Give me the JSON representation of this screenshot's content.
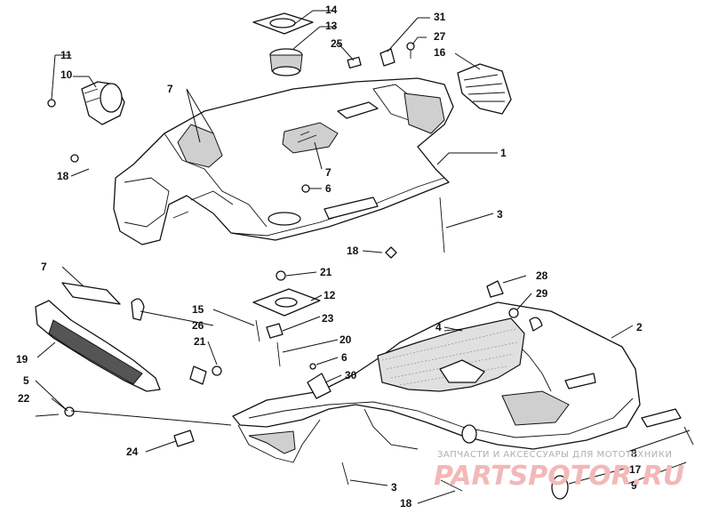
{
  "callouts": [
    {
      "id": "c14",
      "label": "14"
    },
    {
      "id": "c13",
      "label": "13"
    },
    {
      "id": "c25",
      "label": "25"
    },
    {
      "id": "c31",
      "label": "31"
    },
    {
      "id": "c27",
      "label": "27"
    },
    {
      "id": "c16",
      "label": "16"
    },
    {
      "id": "c11",
      "label": "11"
    },
    {
      "id": "c10",
      "label": "10"
    },
    {
      "id": "c7a",
      "label": "7"
    },
    {
      "id": "c7b",
      "label": "7"
    },
    {
      "id": "c18a",
      "label": "18"
    },
    {
      "id": "c1",
      "label": "1"
    },
    {
      "id": "c6a",
      "label": "6"
    },
    {
      "id": "c3a",
      "label": "3"
    },
    {
      "id": "c18b",
      "label": "18"
    },
    {
      "id": "c7c",
      "label": "7"
    },
    {
      "id": "c21a",
      "label": "21"
    },
    {
      "id": "c12",
      "label": "12"
    },
    {
      "id": "c28",
      "label": "28"
    },
    {
      "id": "c29",
      "label": "29"
    },
    {
      "id": "c15",
      "label": "15"
    },
    {
      "id": "c26",
      "label": "26"
    },
    {
      "id": "c23",
      "label": "23"
    },
    {
      "id": "c4",
      "label": "4"
    },
    {
      "id": "c2",
      "label": "2"
    },
    {
      "id": "c21b",
      "label": "21"
    },
    {
      "id": "c20",
      "label": "20"
    },
    {
      "id": "c19",
      "label": "19"
    },
    {
      "id": "c6b",
      "label": "6"
    },
    {
      "id": "c30",
      "label": "30"
    },
    {
      "id": "c5",
      "label": "5"
    },
    {
      "id": "c22",
      "label": "22"
    },
    {
      "id": "c24",
      "label": "24"
    },
    {
      "id": "c8",
      "label": "8"
    },
    {
      "id": "c17",
      "label": "17"
    },
    {
      "id": "c9",
      "label": "9"
    },
    {
      "id": "c3b",
      "label": "3"
    },
    {
      "id": "c18c",
      "label": "18"
    }
  ],
  "watermark": {
    "caption": "ЗАПЧАСТИ И АКСЕССУАРЫ ДЛЯ МОТОТЕХНИКИ",
    "logo": "PARTSPOTOR.RU"
  }
}
